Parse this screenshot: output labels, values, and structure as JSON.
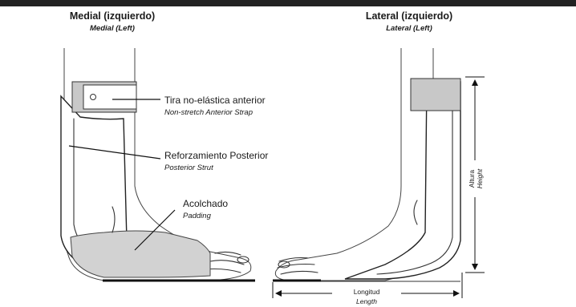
{
  "header": {
    "medial_title": "Medial (izquierdo)",
    "medial_subtitle": "Medial (Left)",
    "lateral_title": "Lateral (izquierdo)",
    "lateral_subtitle": "Lateral (Left)"
  },
  "labels": {
    "strap_es": "Tira no-elástica anterior",
    "strap_en": "Non-stretch Anterior Strap",
    "strut_es": "Reforzamiento Posterior",
    "strut_en": "Posterior Strut",
    "padding_es": "Acolchado",
    "padding_en": "Padding"
  },
  "dimensions": {
    "height_es": "Altura",
    "height_en": "Height",
    "length_es": "Longitud",
    "length_en": "Length"
  },
  "colors": {
    "header_bar": "#222222",
    "padding_fill": "#d2d2d2",
    "line": "#111111"
  }
}
